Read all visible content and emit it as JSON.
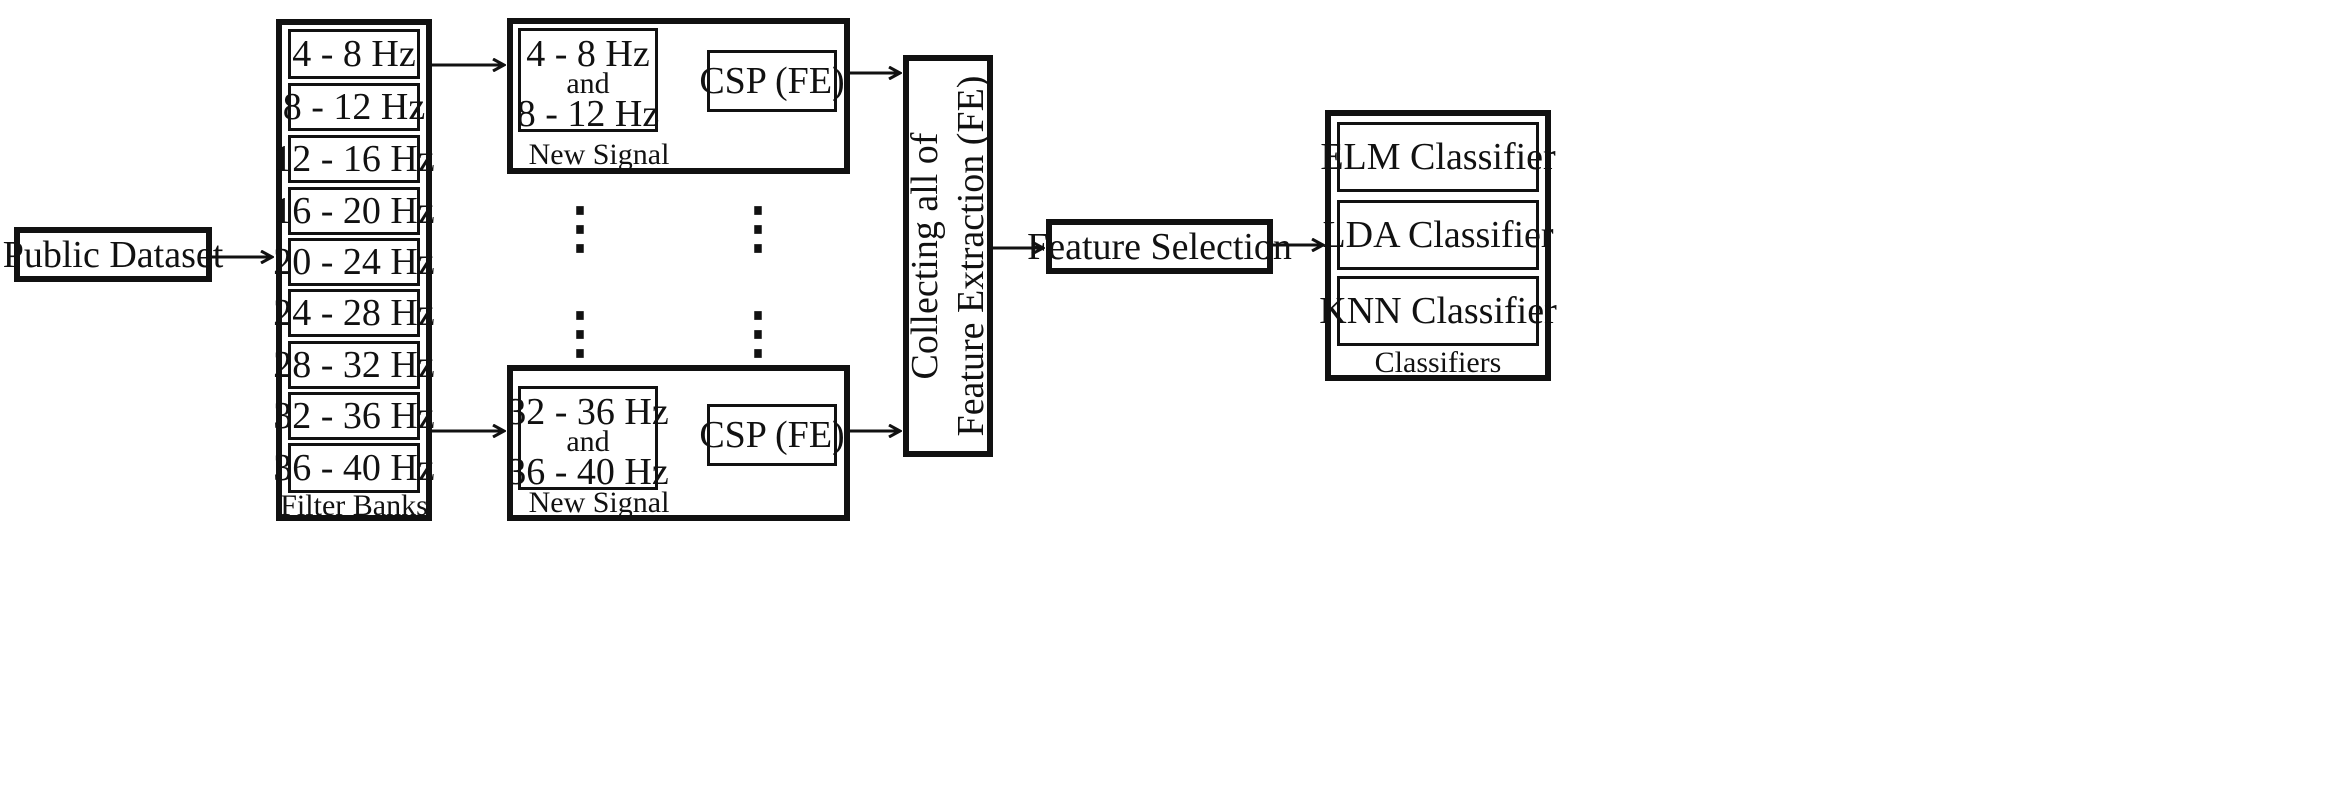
{
  "input": {
    "label": "Public Dataset"
  },
  "filter_banks": {
    "caption": "Filter Banks",
    "bands": [
      "4 - 8 Hz",
      "8 - 12 Hz",
      "12 - 16 Hz",
      "16 - 20 Hz",
      "20 - 24 Hz",
      "24 - 28 Hz",
      "28 - 32 Hz",
      "32 - 36 Hz",
      "36 - 40 Hz"
    ]
  },
  "signal_top": {
    "band_a": "4 - 8 Hz",
    "joiner": "and",
    "band_b": "8 - 12 Hz",
    "csp": "CSP (FE)",
    "caption": "New Signal"
  },
  "signal_bottom": {
    "band_a": "32 - 36 Hz",
    "joiner": "and",
    "band_b": "36 - 40 Hz",
    "csp": "CSP (FE)",
    "caption": "New Signal"
  },
  "collector": {
    "line1": "Collecting all of",
    "line2": "Feature Extraction (FE)"
  },
  "feature_selection": {
    "label": "Feature Selection"
  },
  "classifiers": {
    "caption": "Classifiers",
    "items": [
      "ELM Classifier",
      "LDA Classifier",
      "KNN Classifier"
    ]
  },
  "ellipsis": "⋮"
}
